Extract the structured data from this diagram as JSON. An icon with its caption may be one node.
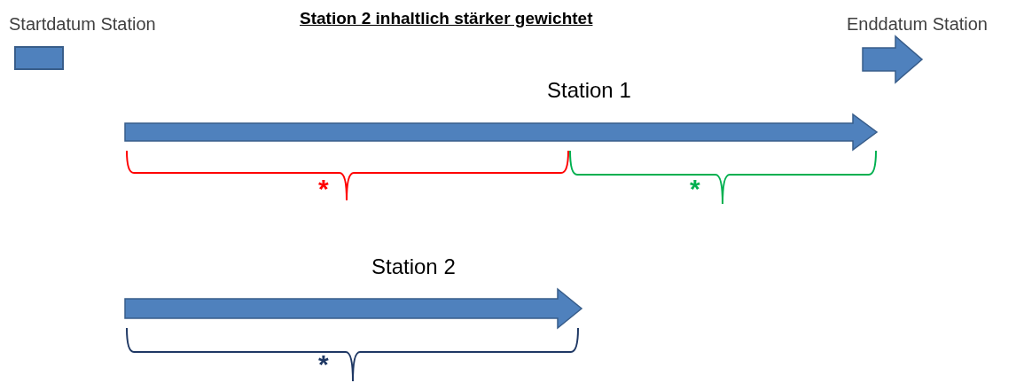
{
  "diagram": {
    "title": "Station 2 inhaltlich stärker gewichtet",
    "nodes": [
      {
        "text": [
          "Station 1"
        ]
      },
      {
        "text": [
          "Station 2"
        ]
      }
    ],
    "labels": [
      "*",
      "*",
      "*"
    ],
    "legend": [
      {
        "text": "Startdatum Station",
        "color": "#4f81bd"
      },
      {
        "text": "Enddatum Station"
      }
    ]
  }
}
